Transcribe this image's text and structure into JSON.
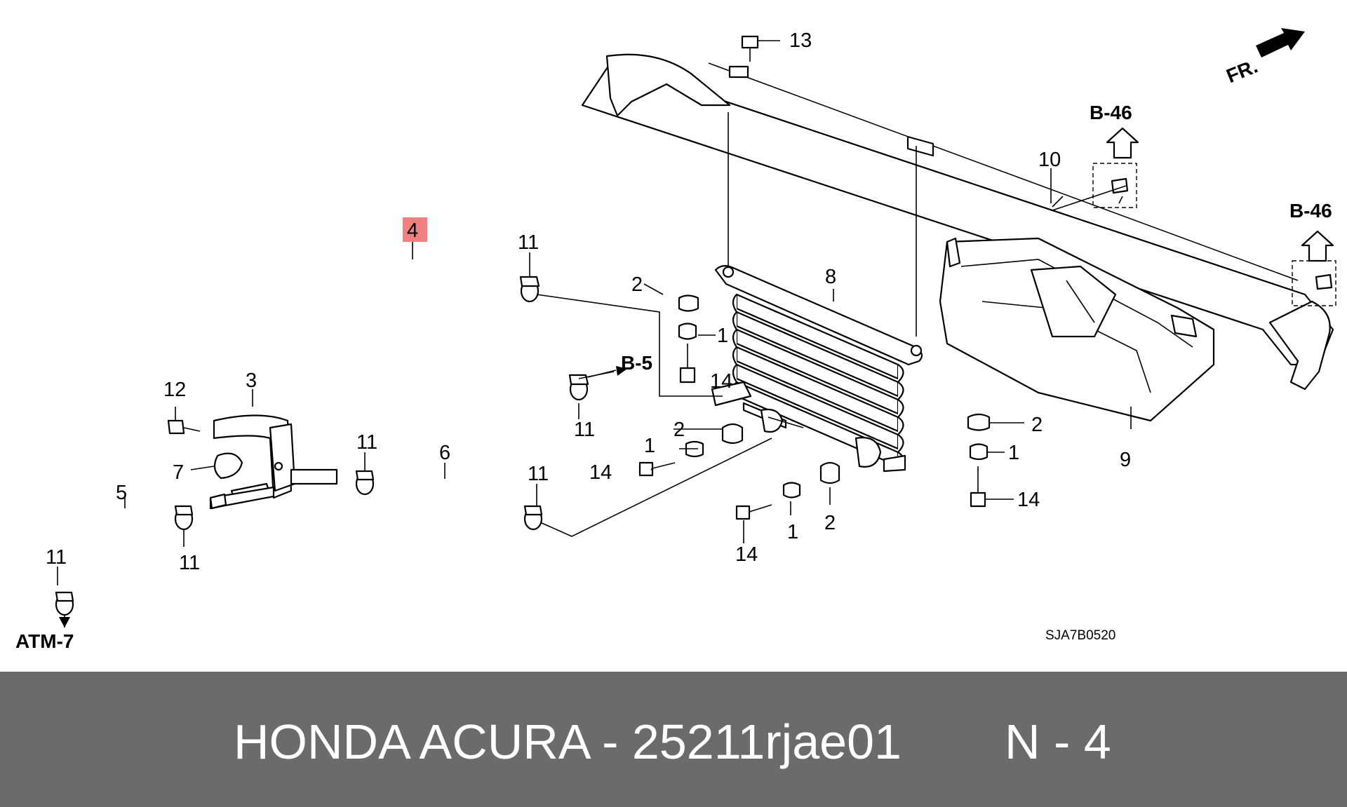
{
  "diagram": {
    "callouts": {
      "c1a": "1",
      "c1b": "1",
      "c1c": "1",
      "c1d": "1",
      "c2a": "2",
      "c2b": "2",
      "c2c": "2",
      "c2d": "2",
      "c3": "3",
      "c4": "4",
      "c5": "5",
      "c6": "6",
      "c7": "7",
      "c8": "8",
      "c9": "9",
      "c10": "10",
      "c11a": "11",
      "c11b": "11",
      "c11c": "11",
      "c11d": "11",
      "c11e": "11",
      "c11f": "11",
      "c12": "12",
      "c13": "13",
      "c14a": "14",
      "c14b": "14",
      "c14c": "14",
      "c14d": "14"
    },
    "refs": {
      "b46_top": "B-46",
      "b46_right": "B-46",
      "b5": "B-5",
      "atm7": "ATM-7",
      "front": "FR."
    },
    "diagram_code": "SJA7B0520",
    "highlight_color": "#f08080"
  },
  "footer": {
    "title": "HONDA ACURA - 25211rjae01",
    "ref": "N - 4"
  }
}
